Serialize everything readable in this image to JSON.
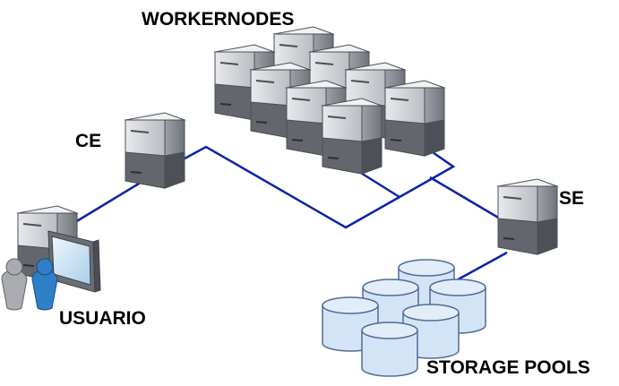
{
  "labels": {
    "workernodes": "WORKERNODES",
    "ce": "CE",
    "se": "SE",
    "usuario": "USUARIO",
    "storage_pools": "STORAGE POOLS"
  },
  "colors": {
    "link": "#0a23a8",
    "server_light": "#d5d7dc",
    "server_dark": "#5a5e64",
    "storage_fill": "#d4e4f7",
    "storage_stroke": "#4f6d96",
    "user_blue": "#2f7fc8",
    "user_grey": "#a9abb0"
  },
  "icons": {
    "server": "server-icon",
    "storage": "database-icon",
    "user": "user-icon",
    "monitor": "monitor-icon"
  }
}
